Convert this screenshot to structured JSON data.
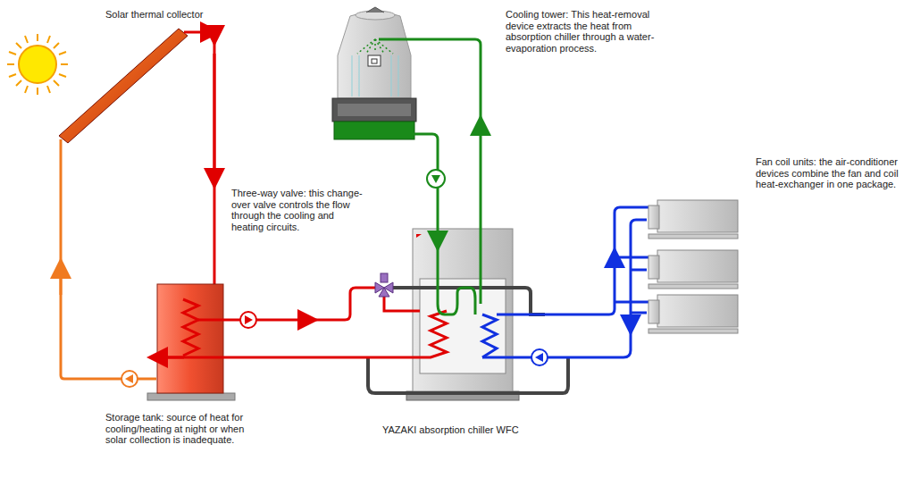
{
  "diagram": {
    "labels": [
      "Solar thermal collector",
      "Cooling tower: This heat-removal device extracts the heat from absorption chiller through a water-evaporation process.",
      "Three-way valve: this change-over valve controls the flow through the cooling and heating circuits.",
      "Fan coil units: the air-conditioner devices combine the fan and coil heat-exchanger in one package.",
      "Storage tank: source of heat for cooling/heating at night or when solar collection is inadequate.",
      "YAZAKI absorption chiller WFC"
    ]
  }
}
